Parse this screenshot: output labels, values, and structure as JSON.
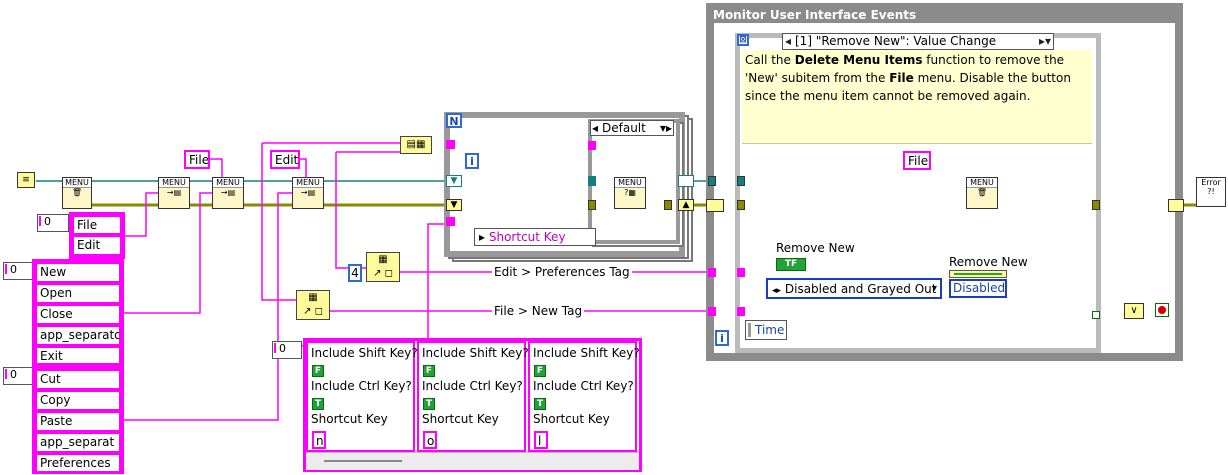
{
  "event_structure": {
    "title": "Monitor User Interface Events",
    "case_selector": "[1] \"Remove New\": Value Change",
    "comment_parts": [
      {
        "t": "Call the ",
        "b": false
      },
      {
        "t": "Delete Menu Items",
        "b": true
      },
      {
        "t": " function to remove the 'New' subitem from the ",
        "b": false
      },
      {
        "t": "File",
        "b": true
      },
      {
        "t": " menu. Disable the button since the menu item cannot be removed again.",
        "b": false
      }
    ],
    "file_const": "File",
    "remove_new_control_label": "Remove New",
    "remove_new_bool": "TF",
    "enum_value": "Disabled and Grayed Out",
    "property_node_label": "Remove New",
    "property_value": "Disabled",
    "time_label": "Time",
    "loop_iteration": "i"
  },
  "left": {
    "menu_array_index": "0",
    "menus": [
      "File",
      "Edit"
    ],
    "file_items_index": "0",
    "file_items": [
      "New",
      "Open",
      "Close",
      "app_separato",
      "Exit"
    ],
    "edit_items_index": "0",
    "edit_items": [
      "Cut",
      "Copy",
      "Paste",
      "app_separat",
      "Preferences"
    ],
    "file_const_1": "File",
    "edit_const_1": "Edit",
    "index_const": "4",
    "edit_pref_label": "Edit > Preferences Tag",
    "file_new_label": "File > New Tag"
  },
  "for_loop": {
    "count": "N",
    "iteration": "i",
    "case_selector": "Default",
    "unbundle_label": "Shortcut Key"
  },
  "shortcut_cluster": {
    "index": "0",
    "clusters": [
      {
        "shift": "Include Shift Key?",
        "shift_val": "F",
        "ctrl": "Include Ctrl Key?",
        "ctrl_val": "T",
        "key_label": "Shortcut Key",
        "key": "n"
      },
      {
        "shift": "Include Shift Key?",
        "shift_val": "F",
        "ctrl": "Include Ctrl Key?",
        "ctrl_val": "T",
        "key_label": "Shortcut Key",
        "key": "o"
      },
      {
        "shift": "Include Shift Key?",
        "shift_val": "F",
        "ctrl": "Include Ctrl Key?",
        "ctrl_val": "T",
        "key_label": "Shortcut Key",
        "key": "l"
      }
    ]
  },
  "subvis": {
    "menu": "MENU",
    "error": "Error ?!"
  },
  "colors": {
    "string_wire": "#ff00ff",
    "refnum_wire": "#128080",
    "error_wire": "#8a8a00",
    "bool_wire": "#0a8a0a",
    "frame_gray": "#808080",
    "comment_bg": "#ffffd0"
  }
}
